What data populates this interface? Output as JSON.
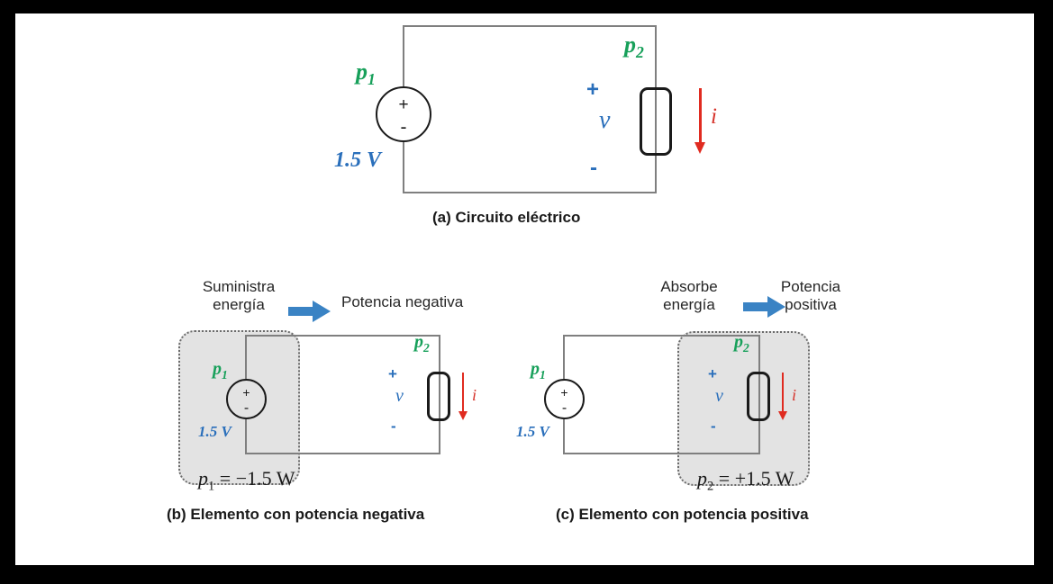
{
  "figure": {
    "title_caption_a": "(a) Circuito eléctrico",
    "caption_b": "(b)  Elemento con potencia negativa",
    "caption_c": "(c) Elemento con potencia positiva"
  },
  "colors": {
    "power_label_green": "#17a05a",
    "voltage_blue": "#2a6fbb",
    "current_red": "#e02b20",
    "wire_gray": "#7f7f7f",
    "region_fill": "#e3e3e3",
    "region_border": "#6b6b6b",
    "block_arrow_blue": "#3a83c4",
    "frame_black": "#000000",
    "sheet_white": "#ffffff"
  },
  "panel_a": {
    "name": "Circuito eléctrico",
    "source_label": "p",
    "source_label_sub": "1",
    "source_plus": "+",
    "source_minus": "-",
    "source_value": "1.5 V",
    "element_label": "p",
    "element_label_sub": "2",
    "terminal_plus": "+",
    "terminal_minus": "-",
    "voltage_symbol": "v",
    "current_symbol": "i"
  },
  "panel_b": {
    "annotation_left": "Suministra\nenergía",
    "arrow_icon": "block-arrow-right",
    "annotation_right": "Potencia negativa",
    "source_label": "p",
    "source_label_sub": "1",
    "source_plus": "+",
    "source_minus": "-",
    "source_value": "1.5 V",
    "element_label": "p",
    "element_label_sub": "2",
    "terminal_plus": "+",
    "terminal_minus": "-",
    "voltage_symbol": "v",
    "current_symbol": "i",
    "equation": {
      "lhs": "p",
      "lhs_sub": "1",
      "op": "=",
      "rhs": "−1.5 W"
    },
    "caption": "(b)  Elemento con potencia negativa"
  },
  "panel_c": {
    "annotation_left": "Absorbe\nenergía",
    "arrow_icon": "block-arrow-right",
    "annotation_right": "Potencia\npositiva",
    "source_label": "p",
    "source_label_sub": "1",
    "source_plus": "+",
    "source_minus": "-",
    "source_value": "1.5 V",
    "element_label": "p",
    "element_label_sub": "2",
    "terminal_plus": "+",
    "terminal_minus": "-",
    "voltage_symbol": "v",
    "current_symbol": "i",
    "equation": {
      "lhs": "p",
      "lhs_sub": "2",
      "op": "=",
      "rhs": "+1.5 W"
    },
    "caption": "(c) Elemento con potencia positiva"
  }
}
